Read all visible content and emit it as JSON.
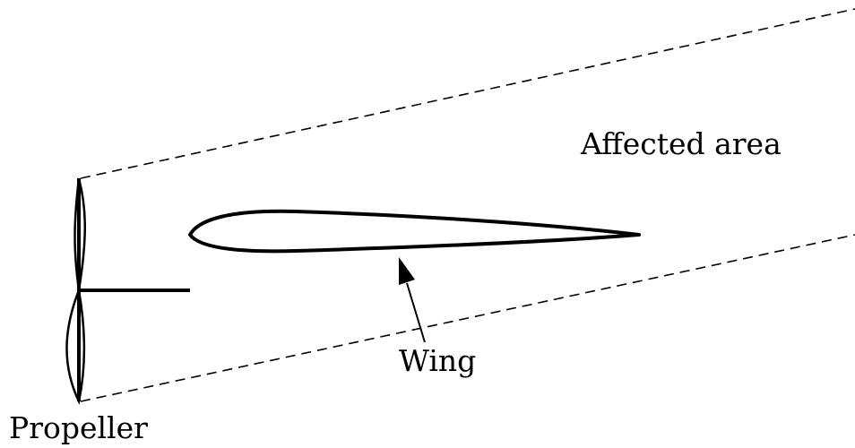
{
  "labels": {
    "affected_area": "Affected area",
    "wing": "Wing",
    "propeller": "Propeller"
  },
  "colors": {
    "stroke": "#000000",
    "background": "#ffffff"
  }
}
